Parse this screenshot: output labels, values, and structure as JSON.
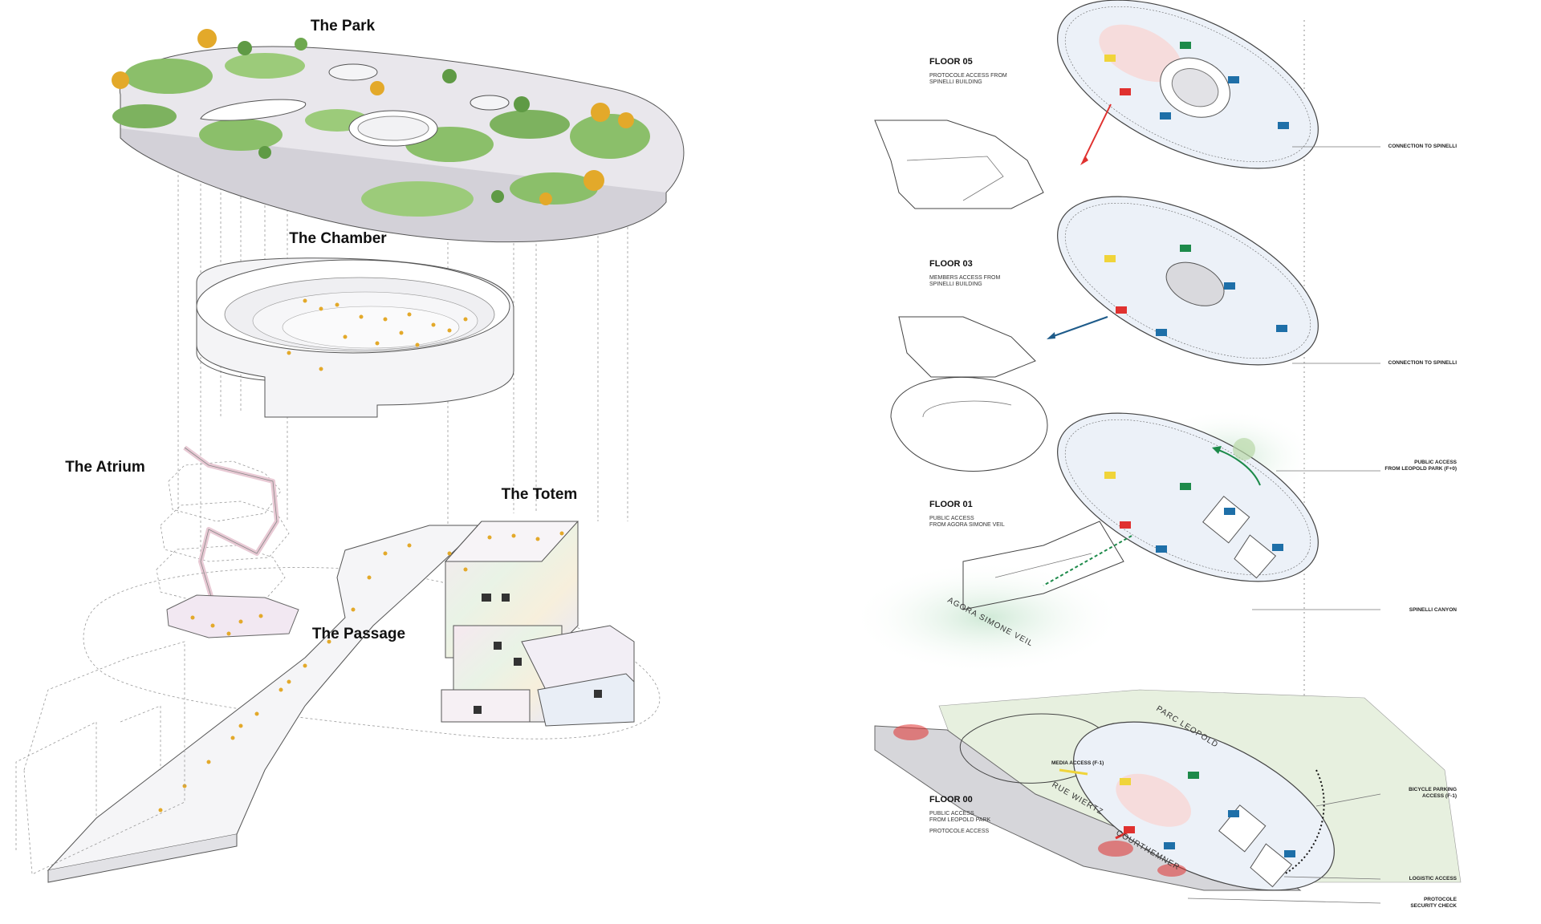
{
  "left": {
    "titles": {
      "park": "The Park",
      "chamber": "The Chamber",
      "atrium": "The Atrium",
      "totem": "The Totem",
      "passage": "The Passage"
    }
  },
  "right": {
    "floors": [
      {
        "id": "f05",
        "label": "FLOOR 05",
        "sub": [
          "PROTOCOLE ACCESS FROM",
          "SPINELLI BUILDING"
        ],
        "callouts": [
          "CONNECTION TO SPINELLI"
        ]
      },
      {
        "id": "f03",
        "label": "FLOOR 03",
        "sub": [
          "MEMBERS ACCESS FROM",
          "SPINELLI BUILDING"
        ],
        "callouts": [
          "CONNECTION TO SPINELLI"
        ]
      },
      {
        "id": "f01",
        "label": "FLOOR 01",
        "sub": [
          "PUBLIC ACCESS",
          "FROM AGORA SIMONE VEIL"
        ],
        "callouts": [
          "PUBLIC ACCESS",
          "FROM LEOPOLD PARK (F+0)",
          "SPINELLI CANYON"
        ]
      },
      {
        "id": "f00",
        "label": "FLOOR 00",
        "sub": [
          "PUBLIC ACCESS",
          "FROM LEOPOLD PARK",
          "PROTOCOLE ACCESS"
        ],
        "callouts": [
          "BICYCLE PARKING",
          "ACCESS (F-1)",
          "LOGISTIC ACCESS",
          "PROTOCOLE",
          "SECURITY CHECK",
          "MEDIA ACCESS (F-1)"
        ]
      }
    ],
    "map_labels": {
      "agora": "AGORA SIMONE VEIL",
      "parc": "PARC LEOPOLD",
      "rue": "RUE WIERTZ",
      "court": "COURTHEMNER"
    }
  },
  "colors": {
    "red": "#e0312f",
    "yellow": "#f0d43a",
    "green": "#1d8a4a",
    "blue": "#1e6fa8",
    "park_green": "#8bbf6a",
    "gold": "#e3a92a"
  }
}
